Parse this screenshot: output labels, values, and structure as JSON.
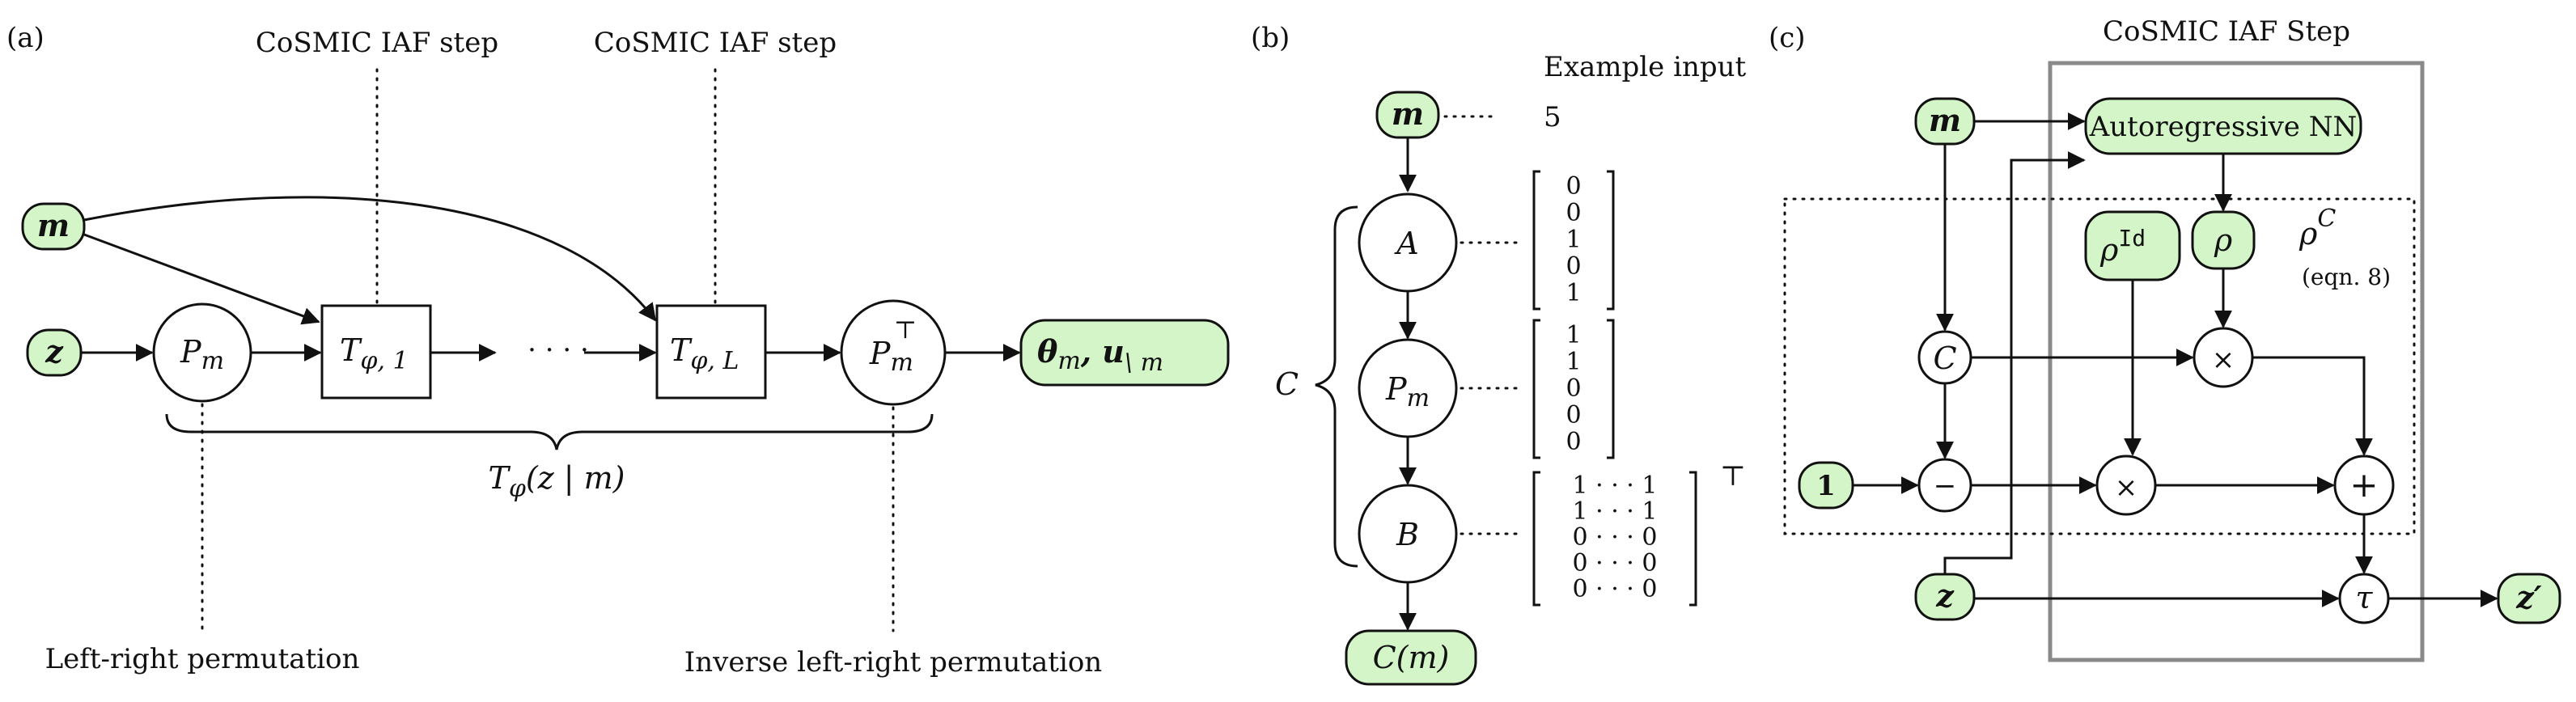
{
  "panel_labels": {
    "a": "(a)",
    "b": "(b)",
    "c": "(c)"
  },
  "panel_a": {
    "step_label_1": "CoSMIC IAF step",
    "step_label_2": "CoSMIC IAF step",
    "node_m": "m",
    "node_z": "z",
    "node_pm": "P",
    "node_pm_sub": "m",
    "node_t1": "T",
    "node_t1_sub": "φ, 1",
    "ellipsis": "· · · ·",
    "node_tl": "T",
    "node_tl_sub": "φ, L",
    "node_pmt": "P",
    "node_pmt_sub": "m",
    "node_pmt_sup": "⊤",
    "output": "θ",
    "output_sub_m": "m",
    "output_u": "u",
    "output_sub_u": "\\ m",
    "brace_T": "T",
    "brace_sub": "φ",
    "brace_args": "(z | m)",
    "left_perm": "Left-right permutation",
    "inv_perm": "Inverse left-right permutation"
  },
  "panel_b": {
    "example_input": "Example input",
    "input_value": "5",
    "node_m": "m",
    "node_a": "A",
    "node_pm": "P",
    "node_pm_sub": "m",
    "node_b": "B",
    "brace_label": "C",
    "output": "C(m)",
    "vec_a": [
      "0",
      "0",
      "1",
      "0",
      "1"
    ],
    "vec_pm": [
      "1",
      "1",
      "0",
      "0",
      "0"
    ],
    "mat_b": [
      "1 · · · 1",
      "1 · · · 1",
      "0 · · · 0",
      "0 · · · 0",
      "0 · · · 0"
    ],
    "mat_b_transpose": "⊤"
  },
  "panel_c": {
    "title": "CoSMIC IAF Step",
    "node_m": "m",
    "autoreg": "Autoregressive NN",
    "rho_id": "ρ",
    "rho_id_sup": "Id",
    "rho": "ρ",
    "rho_c": "ρ",
    "rho_c_sup": "C",
    "eqn_ref": "(eqn. 8)",
    "node_c": "C",
    "node_one": "1",
    "op_minus": "−",
    "op_times_1": "×",
    "op_times_2": "×",
    "op_plus": "+",
    "op_tau": "τ",
    "node_z": "z",
    "output": "z′"
  }
}
